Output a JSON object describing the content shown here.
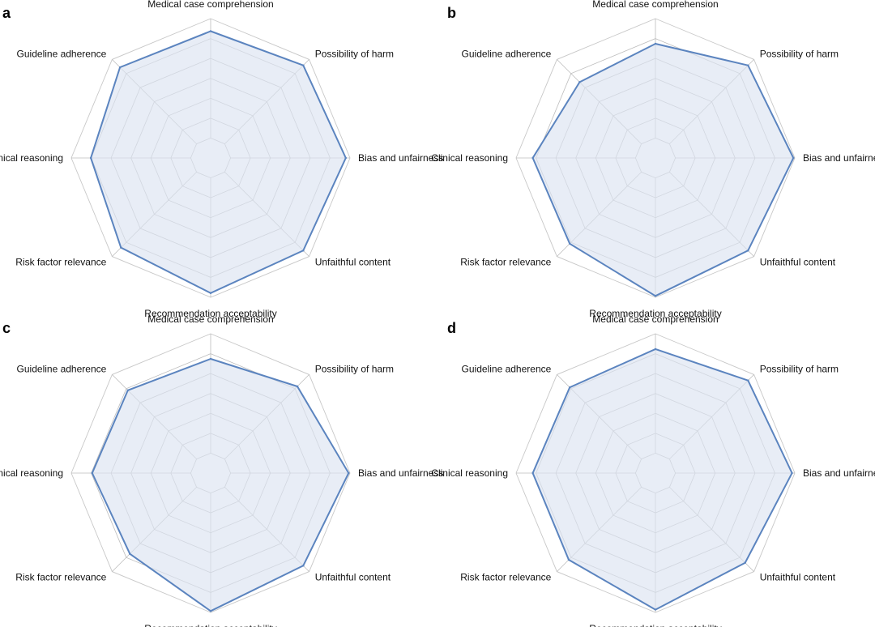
{
  "colors": {
    "series_line": "#5b84bf",
    "series_fill": "#dbe3f1",
    "grid": "#bdbdbd"
  },
  "chart_data": [
    {
      "type": "radar",
      "panel": "a",
      "axes": [
        "Medical case comprehension",
        "Possibility of harm",
        "Bias and unfairness",
        "Unfaithful content",
        "Recommendation acceptability",
        "Risk factor relevance",
        "Clinical reasoning",
        "Guideline adherence"
      ],
      "rlim": [
        0,
        5
      ],
      "rings": 7,
      "grid": true,
      "series": [
        {
          "values": [
            4.55,
            4.7,
            4.85,
            4.7,
            4.85,
            4.55,
            4.3,
            4.6
          ]
        }
      ]
    },
    {
      "type": "radar",
      "panel": "b",
      "axes": [
        "Medical case comprehension",
        "Possibility of harm",
        "Bias and unfairness",
        "Unfaithful content",
        "Recommendation acceptability",
        "Risk factor relevance",
        "Clinical reasoning",
        "Guideline adherence"
      ],
      "rlim": [
        0,
        5
      ],
      "rings": 7,
      "grid": true,
      "series": [
        {
          "values": [
            4.1,
            4.7,
            4.95,
            4.7,
            4.95,
            4.35,
            4.4,
            3.85
          ]
        }
      ]
    },
    {
      "type": "radar",
      "panel": "c",
      "axes": [
        "Medical case comprehension",
        "Possibility of harm",
        "Bias and unfairness",
        "Unfaithful content",
        "Recommendation acceptability",
        "Risk factor relevance",
        "Clinical reasoning",
        "Guideline adherence"
      ],
      "rlim": [
        0,
        5
      ],
      "rings": 7,
      "grid": true,
      "series": [
        {
          "values": [
            4.1,
            4.4,
            4.95,
            4.7,
            4.95,
            4.1,
            4.25,
            4.2
          ]
        }
      ]
    },
    {
      "type": "radar",
      "panel": "d",
      "axes": [
        "Medical case comprehension",
        "Possibility of harm",
        "Bias and unfairness",
        "Unfaithful content",
        "Recommendation acceptability",
        "Risk factor relevance",
        "Clinical reasoning",
        "Guideline adherence"
      ],
      "rlim": [
        0,
        5
      ],
      "rings": 7,
      "grid": true,
      "series": [
        {
          "values": [
            4.45,
            4.7,
            4.9,
            4.55,
            4.9,
            4.4,
            4.4,
            4.35
          ]
        }
      ]
    }
  ]
}
